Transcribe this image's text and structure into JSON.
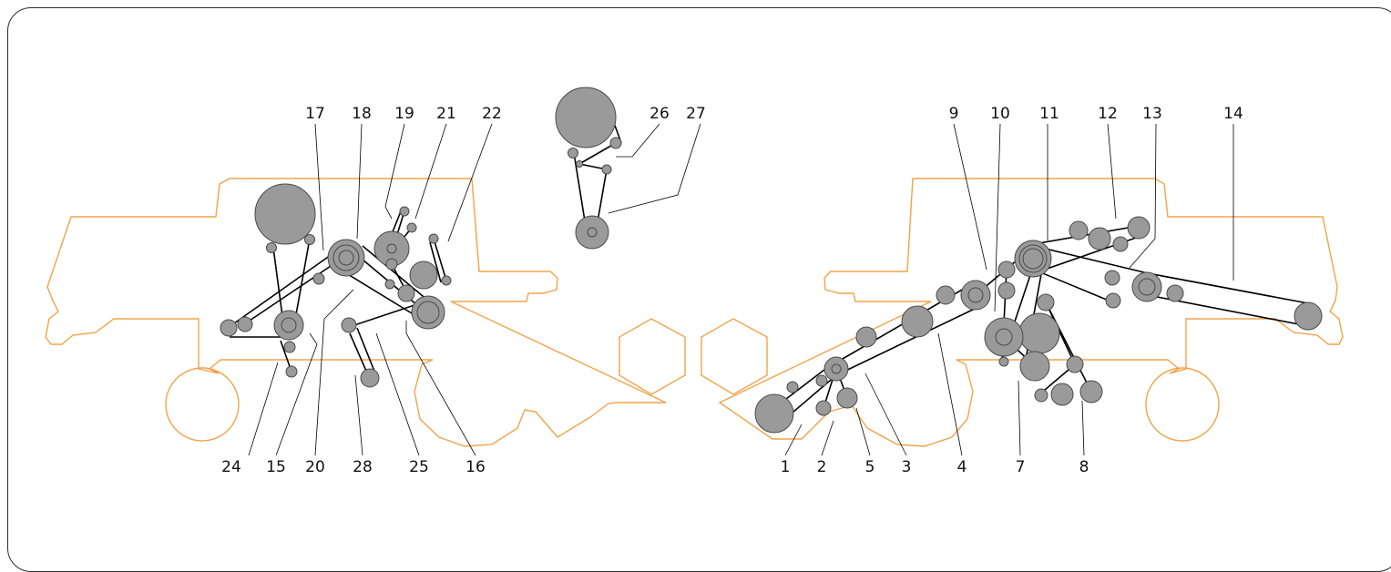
{
  "diagram": {
    "left_labels": [
      "17",
      "18",
      "19",
      "21",
      "22",
      "24",
      "15",
      "20",
      "28",
      "25",
      "16"
    ],
    "center_labels": [
      "26",
      "27"
    ],
    "right_labels": [
      "9",
      "10",
      "11",
      "12",
      "13",
      "14",
      "1",
      "2",
      "5",
      "3",
      "4",
      "7",
      "8"
    ],
    "colors": {
      "outline": "#f2a34a",
      "pulley_fill": "#9a9a9a",
      "belt": "#000000",
      "frame": "#2b2b2b"
    }
  }
}
